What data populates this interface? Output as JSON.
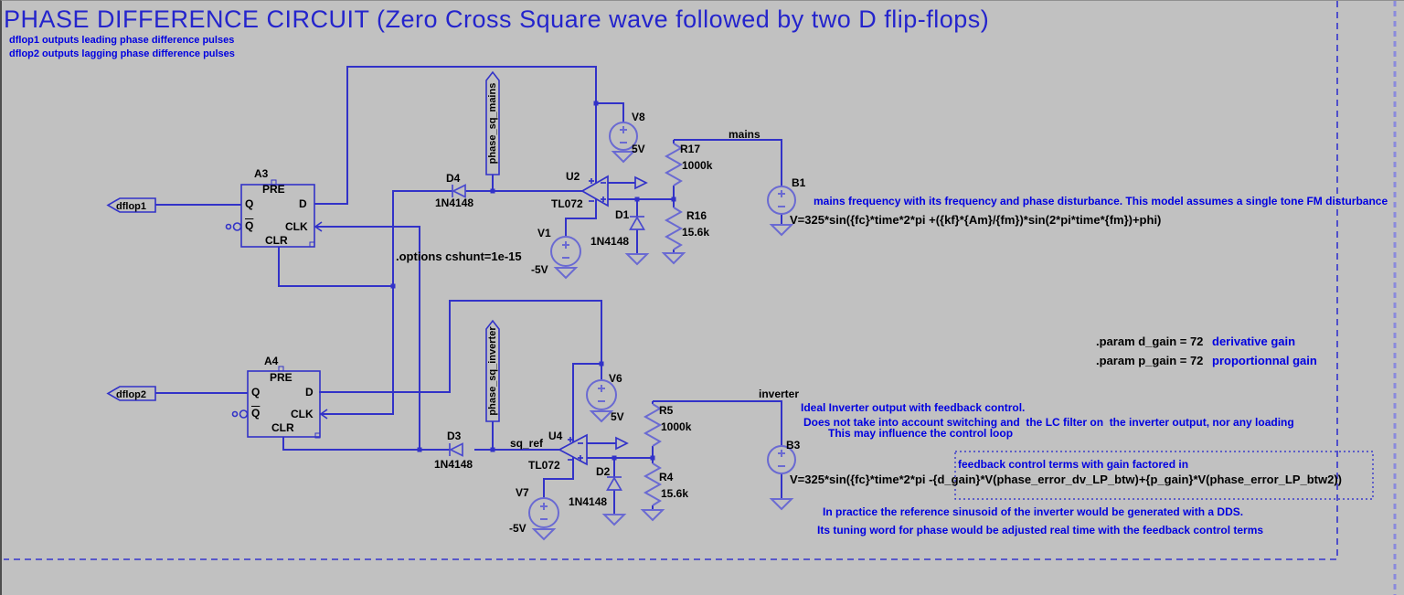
{
  "colors": {
    "background": "#c1c1c1",
    "wire": "#3232c8",
    "symbol": "#6a6ad2",
    "comment_blue": "#0000e0",
    "text_black": "#000000"
  },
  "header": {
    "title": "PHASE DIFFERENCE CIRCUIT (Zero Cross Square wave followed by two D flip-flops)",
    "note1": "dflop1 outputs leading phase difference pulses",
    "note2": "dflop2 outputs lagging phase difference pulses"
  },
  "flipflops": {
    "a3": {
      "ref": "A3",
      "port": "dflop1",
      "pins": {
        "pre": "PRE",
        "q": "Q",
        "qbar": "Q",
        "d": "D",
        "clk": "CLK",
        "clr": "CLR"
      }
    },
    "a4": {
      "ref": "A4",
      "port": "dflop2",
      "pins": {
        "pre": "PRE",
        "q": "Q",
        "qbar": "Q",
        "d": "D",
        "clk": "CLK",
        "clr": "CLR"
      }
    }
  },
  "opamps": {
    "u2": {
      "ref": "U2",
      "value": "TL072"
    },
    "u4": {
      "ref": "U4",
      "value": "TL072"
    }
  },
  "diodes": {
    "d4": {
      "ref": "D4",
      "value": "1N4148"
    },
    "d1": {
      "ref": "D1",
      "value": "1N4148"
    },
    "d3": {
      "ref": "D3",
      "value": "1N4148"
    },
    "d2": {
      "ref": "D2",
      "value": "1N4148"
    }
  },
  "sources": {
    "v8": {
      "ref": "V8",
      "value": "5V"
    },
    "v1": {
      "ref": "V1",
      "value": "-5V"
    },
    "v6": {
      "ref": "V6",
      "value": "5V"
    },
    "v7": {
      "ref": "V7",
      "value": "-5V"
    },
    "b1": {
      "ref": "B1",
      "value": "V=325*sin({fc}*time*2*pi +({kf}*{Am}/{fm})*sin(2*pi*time*{fm})+phi)",
      "comment": "mains frequency with its frequency and phase disturbance. This model assumes a single tone FM disturbance"
    },
    "b3": {
      "ref": "B3",
      "value": "V=325*sin({fc}*time*2*pi -{d_gain}*V(phase_error_dv_LP_btw)+{p_gain}*V(phase_error_LP_btw2))"
    }
  },
  "resistors": {
    "r17": {
      "ref": "R17",
      "value": "1000k"
    },
    "r16": {
      "ref": "R16",
      "value": "15.6k"
    },
    "r5": {
      "ref": "R5",
      "value": "1000k"
    },
    "r4": {
      "ref": "R4",
      "value": "15.6k"
    }
  },
  "nets": {
    "mains": "mains",
    "inverter": "inverter",
    "sq_ref": "sq_ref",
    "phase_sq_mains": "phase_sq_mains",
    "phase_sq_inverter": "phase_sq_inverter"
  },
  "directives": {
    "options": ".options cshunt=1e-15",
    "param_d": ".param d_gain = 72",
    "param_d_note": "derivative gain",
    "param_p": ".param p_gain = 72",
    "param_p_note": "proportionnal gain"
  },
  "comments": {
    "inverter_1": "Ideal Inverter output with feedback control.",
    "inverter_2": "Does not take into account switching and  the LC filter on  the inverter output, nor any loading",
    "inverter_3": "This may influence the control loop",
    "feedback_box": "feedback control terms with gain factored in",
    "dds_1": "In practice the reference sinusoid of the inverter would be generated with a DDS.",
    "dds_2": "Its tuning word for phase would be adjusted real time with the feedback control terms"
  }
}
